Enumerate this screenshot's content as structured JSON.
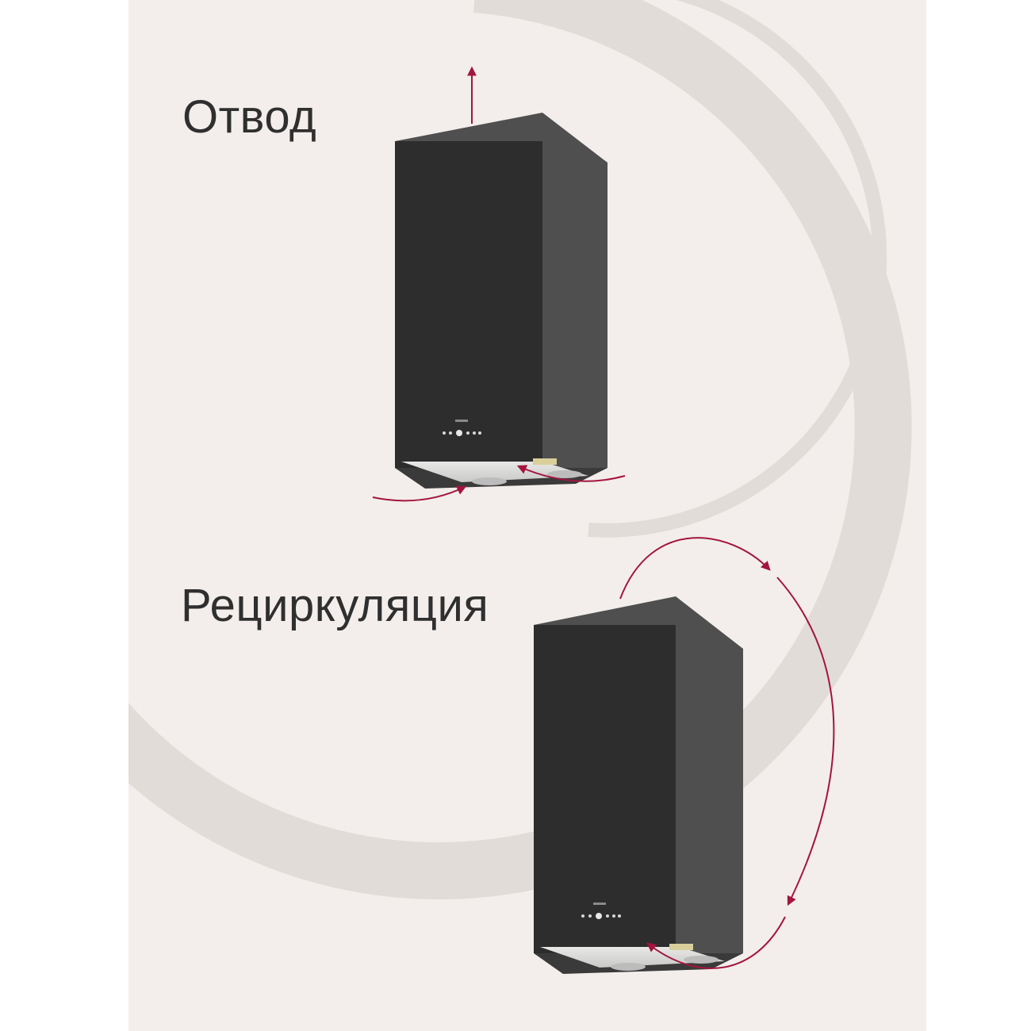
{
  "modes": {
    "exhaust": {
      "label": "Отвод"
    },
    "recirculation": {
      "label": "Рециркуляция"
    }
  },
  "colors": {
    "background": "#f3eeeb",
    "swoosh": "#e2dcd8",
    "hood_front": "#2d2d2d",
    "hood_side": "#4f4f4f",
    "airflow_arrow": "#a3153f"
  },
  "icons": [
    "range-hood-image",
    "airflow-arrow",
    "decorative-swoosh"
  ]
}
